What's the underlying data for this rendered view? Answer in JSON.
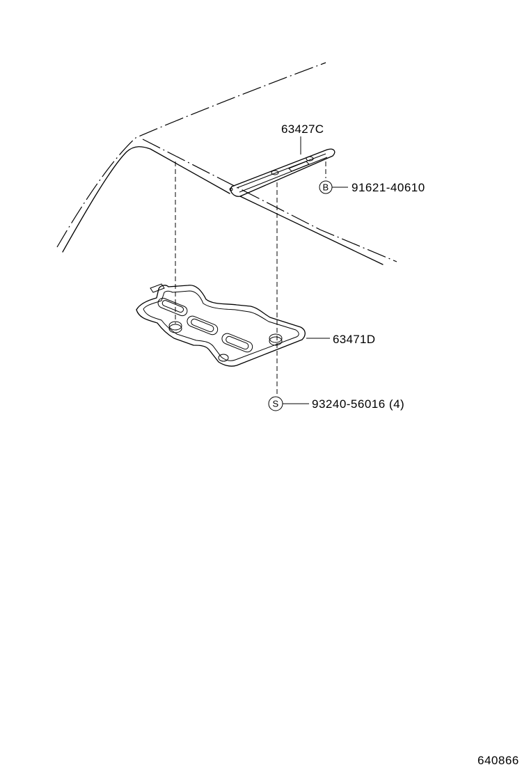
{
  "parts": {
    "side_rail": {
      "label": "63427C"
    },
    "sunroof_panel": {
      "label": "63471D"
    }
  },
  "callouts": {
    "bolt": {
      "symbol": "B",
      "part_number": "91621-40610"
    },
    "screw": {
      "symbol": "S",
      "part_number": "93240-56016 (4)"
    }
  },
  "diagram_ref": "640866"
}
